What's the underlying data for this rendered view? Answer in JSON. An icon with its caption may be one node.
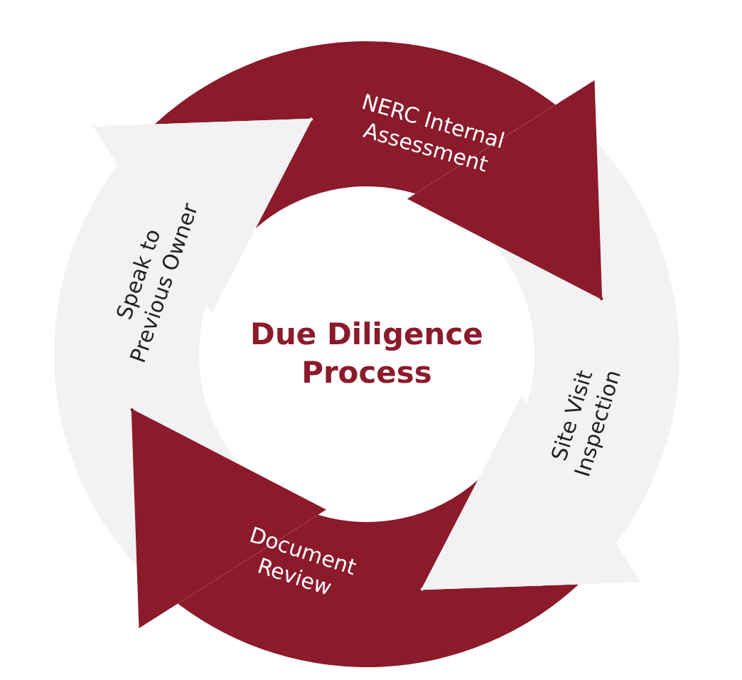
{
  "diagram": {
    "title": "Due Diligence Process",
    "nodes": [
      {
        "text": [
          "NERC Internal Assessment"
        ]
      },
      {
        "text": [
          "Site Visit Inspection"
        ]
      },
      {
        "text": [
          "Document Review"
        ]
      },
      {
        "text": [
          "Speak to Previous Owner"
        ]
      }
    ],
    "edges": [
      {
        "from": 0,
        "to": 1,
        "arrow": "to",
        "color": "#8b1a2b"
      },
      {
        "from": 1,
        "to": 2,
        "arrow": "to",
        "color": "#f2f2f2"
      },
      {
        "from": 2,
        "to": 3,
        "arrow": "to",
        "color": "#8b1a2b"
      },
      {
        "from": 3,
        "to": 0,
        "arrow": "to",
        "color": "#f2f2f2"
      }
    ]
  }
}
